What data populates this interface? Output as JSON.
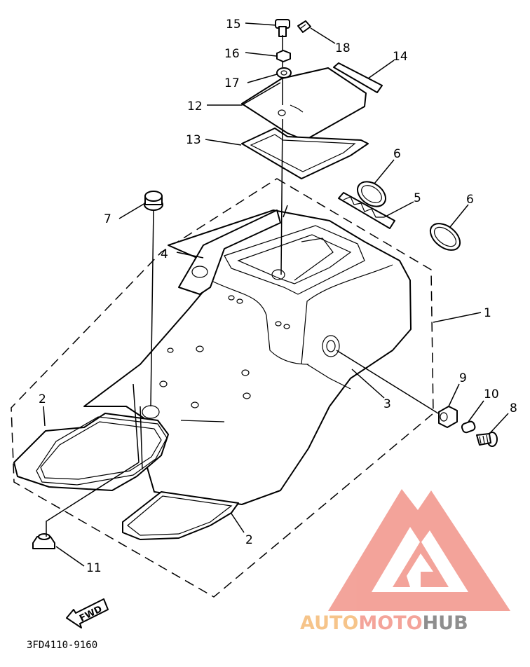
{
  "callouts": [
    {
      "id": "15",
      "text": "15"
    },
    {
      "id": "18",
      "text": "18"
    },
    {
      "id": "16",
      "text": "16"
    },
    {
      "id": "14",
      "text": "14"
    },
    {
      "id": "17",
      "text": "17"
    },
    {
      "id": "12",
      "text": "12"
    },
    {
      "id": "13",
      "text": "13"
    },
    {
      "id": "6a",
      "text": "6"
    },
    {
      "id": "5",
      "text": "5"
    },
    {
      "id": "6b",
      "text": "6"
    },
    {
      "id": "7",
      "text": "7"
    },
    {
      "id": "4",
      "text": "4"
    },
    {
      "id": "1",
      "text": "1"
    },
    {
      "id": "2a",
      "text": "2"
    },
    {
      "id": "9",
      "text": "9"
    },
    {
      "id": "10",
      "text": "10"
    },
    {
      "id": "8",
      "text": "8"
    },
    {
      "id": "3",
      "text": "3"
    },
    {
      "id": "2b",
      "text": "2"
    },
    {
      "id": "11",
      "text": "11"
    }
  ],
  "fwd_label": "FWD",
  "diagram_code": "3FD4110-9160",
  "watermark": {
    "part1": "AUTO",
    "part2": "MOTO",
    "part3": "HUB",
    "color1": "#f6c48a",
    "color2": "#f4a49a",
    "color3": "#8e8e8e",
    "logo_color": "#f29a90"
  }
}
